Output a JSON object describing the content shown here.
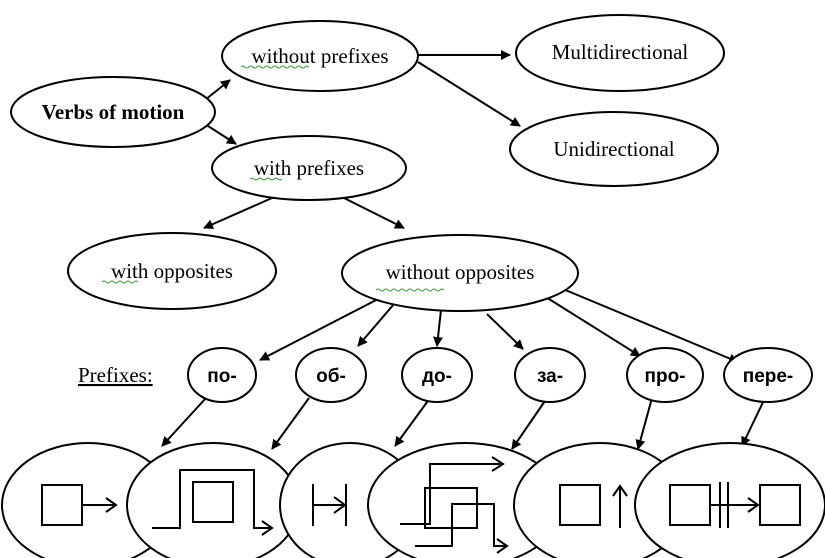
{
  "nodes": {
    "root": "Verbs of motion",
    "without_prefixes_word": "without",
    "without_prefixes_rest": " prefixes",
    "multidirectional": "Multidirectional",
    "unidirectional": "Unidirectional",
    "with_prefixes_word": "with",
    "with_prefixes_rest": " prefixes",
    "with_opposites_word": "with",
    "with_opposites_rest": " opposites",
    "without_opposites_word": "without",
    "without_opposites_rest": " opposites"
  },
  "prefixes_label": "Prefixes:",
  "prefixes": [
    "по-",
    "об-",
    "до-",
    "за-",
    "про-",
    "пере-"
  ],
  "pictograms": [
    "square-arrow-right",
    "square-around",
    "bar-arrow-to",
    "square-through",
    "square-arrow-up",
    "square-across-bar"
  ]
}
